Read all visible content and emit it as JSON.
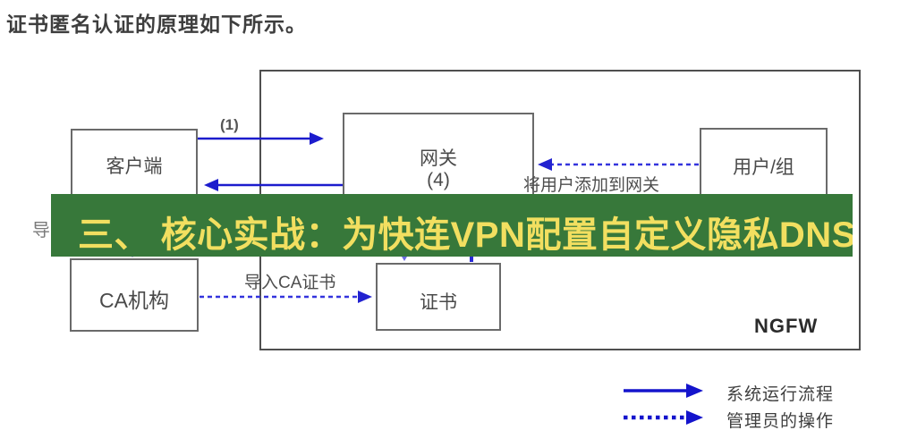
{
  "page": {
    "intro_text": "证书匿名认证的原理如下所示。"
  },
  "banner": {
    "text": "三、 核心实战：为快连VPN配置自定义隐私DNS",
    "bg_color": "#37783a",
    "text_color": "#f2df60"
  },
  "diagram": {
    "outer_label": "NGFW",
    "nodes": {
      "client": "客户端",
      "gateway": "网关",
      "gateway_step": "(4)",
      "user_group": "用户/组",
      "ca": "CA机构",
      "cert": "证书"
    },
    "edge_labels": {
      "step1": "(1)",
      "add_user_to_gateway": "将用户添加到网关",
      "import_ca_cert": "导入CA证书",
      "partial_left_label": "导"
    },
    "colors": {
      "solid_arrow": "#1c1ccd",
      "dashed_arrow": "#3434dd",
      "box_border": "#6a6a6a",
      "outer_border": "#4f4f4f"
    }
  },
  "legend": {
    "items": [
      {
        "style": "solid",
        "label": "系统运行流程"
      },
      {
        "style": "dashed",
        "label": "管理员的操作"
      }
    ]
  }
}
